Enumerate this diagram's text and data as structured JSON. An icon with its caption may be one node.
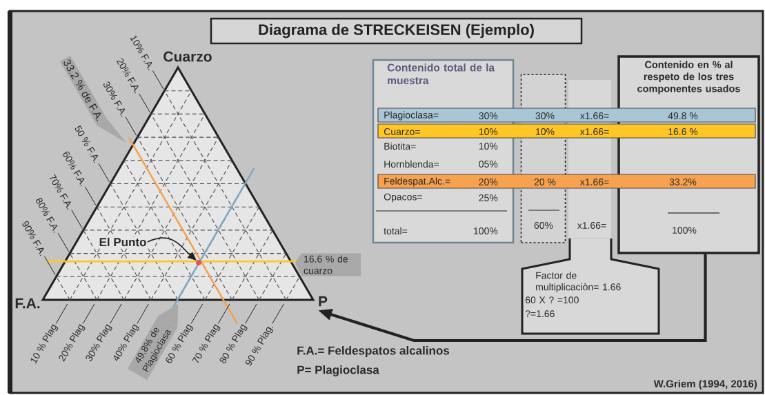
{
  "diagram": {
    "title": "Diagrama de STRECKEISEN (Ejemplo)",
    "nodes": [
      {
        "text": [
          "Contenido total de la muestra",
          "Biotita=",
          "10%",
          "Hornblenda=",
          "05%",
          "Opacos=",
          "25%",
          "total=",
          "100%"
        ]
      },
      {
        "text": [
          "60%"
        ]
      },
      {
        "text": [
          "x1.66="
        ]
      },
      {
        "text": [
          "Contenido en % al respeto de los tres componentes usados",
          "100%"
        ]
      },
      {
        "text": [
          "Plagioclasa=",
          "30%",
          "30%",
          "x1.66=",
          "49.8 %"
        ]
      },
      {
        "text": [
          "Cuarzo=",
          "10%",
          "10%",
          "x1.66=",
          "16.6 %"
        ]
      },
      {
        "text": [
          "Feldespat.Alc.=",
          "20%",
          "20 %",
          "x1.66=",
          "33.2%"
        ]
      },
      {
        "text": [
          "Factor de multiplicaciòn= 1.66",
          "60 X ? =100",
          "?=1.66"
        ]
      },
      {
        "text": [],
        "shape": "triangle"
      },
      {
        "text": [
          "El Punto"
        ],
        "in": 8
      },
      {
        "text": [],
        "shape": "circle",
        "in": 8
      },
      {
        "text": [
          "33.2 % de F.A."
        ]
      },
      {
        "text": [
          "49.8% de Plagioclasa"
        ]
      },
      {
        "text": [
          "16.6 % de cuarzo"
        ]
      }
    ],
    "edges": [
      {
        "from": 3,
        "to": 8,
        "arrow": "to",
        "style": "thick"
      },
      {
        "from": 9,
        "to": 10,
        "arrow": "to"
      }
    ],
    "labels": [
      "Cuarzo",
      "F.A.",
      "P",
      "10% F.A.",
      "20% F.A.",
      "30% F.A.",
      "50 % F.A.",
      "60% F.A.",
      "70% F.A.",
      "80% F.A.",
      "90% F.A.",
      "10 % Plag",
      "20% Plag",
      "30% Plag",
      "40% Plag",
      "60 % Plag",
      "70 % Plag",
      "80 % Plag",
      "90 % Plag.",
      "F.A.= Feldespatos alcalinos",
      "P= Plagioclasa",
      "W.Griem (1994, 2016)"
    ]
  }
}
